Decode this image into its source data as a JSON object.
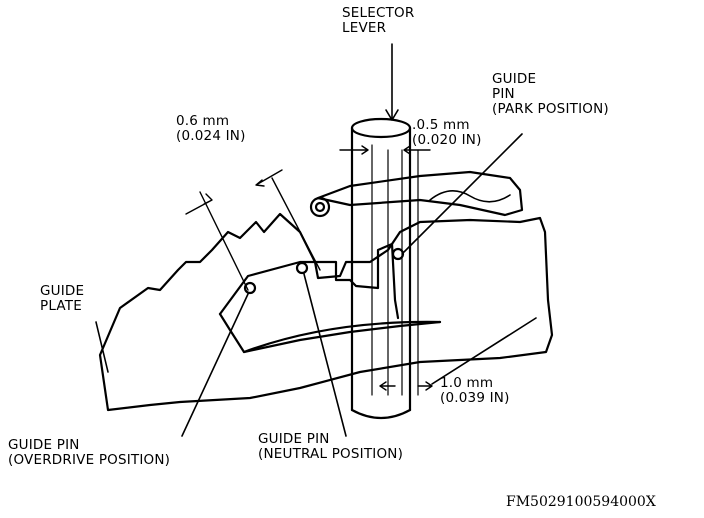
{
  "labels": {
    "selector_lever": [
      "SELECTOR",
      "LEVER"
    ],
    "guide_pin_park": [
      "GUIDE",
      "PIN",
      "(PARK POSITION)"
    ],
    "clearance_0_6": [
      "0.6 mm",
      "(0.024 IN)"
    ],
    "clearance_0_5": [
      ".0.5 mm",
      "(0.020 IN)"
    ],
    "guide_plate": [
      "GUIDE",
      "PLATE"
    ],
    "guide_pin_overdrive": [
      "GUIDE PIN",
      "(OVERDRIVE POSITION)"
    ],
    "guide_pin_neutral": [
      "GUIDE PIN",
      "(NEUTRAL POSITION)"
    ],
    "clearance_1_0": [
      "1.0 mm",
      "(0.039 IN)"
    ]
  },
  "figure_code": "FM5029100594000X"
}
